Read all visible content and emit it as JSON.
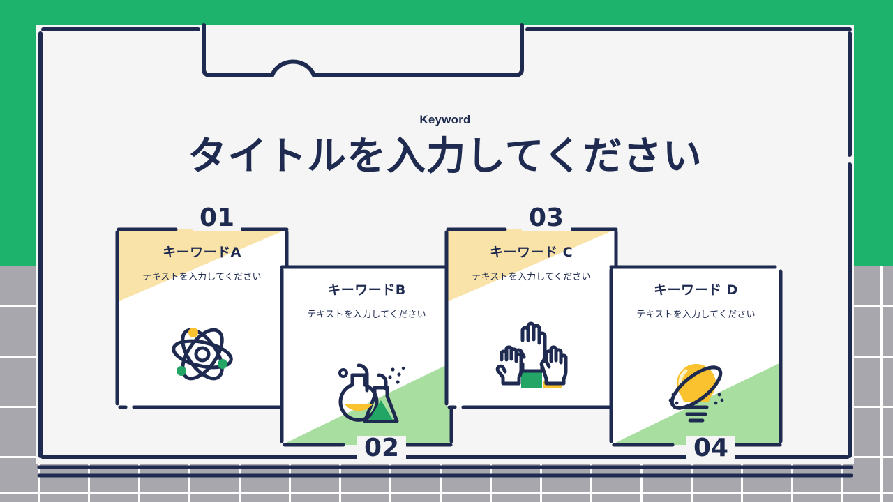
{
  "theme": {
    "navy": "#1e2a4f",
    "green": "#1eb36c",
    "light_green": "#a8dfa0",
    "yellow": "#fae3a8",
    "icon_yellow": "#f9c22e",
    "icon_green": "#23a566",
    "slide_bg": "#f4f5f4",
    "grid_gray": "#a7a7ad"
  },
  "header": {
    "kicker": "Keyword",
    "title": "タイトルを入力してください"
  },
  "cards": [
    {
      "number": "01",
      "title": "キーワードA",
      "subtitle": "テキストを入力してください",
      "icon": "atom-icon",
      "accent": "yellow",
      "accent_position": "top-left"
    },
    {
      "number": "02",
      "title": "キーワードB",
      "subtitle": "テキストを入力してください",
      "icon": "flask-icon",
      "accent": "green",
      "accent_position": "bottom-right"
    },
    {
      "number": "03",
      "title": "キーワード C",
      "subtitle": "テキストを入力してください",
      "icon": "raised-hands-icon",
      "accent": "yellow",
      "accent_position": "top-left"
    },
    {
      "number": "04",
      "title": "キーワード D",
      "subtitle": "テキストを入力してください",
      "icon": "lightbulb-orbit-icon",
      "accent": "green",
      "accent_position": "bottom-right"
    }
  ]
}
